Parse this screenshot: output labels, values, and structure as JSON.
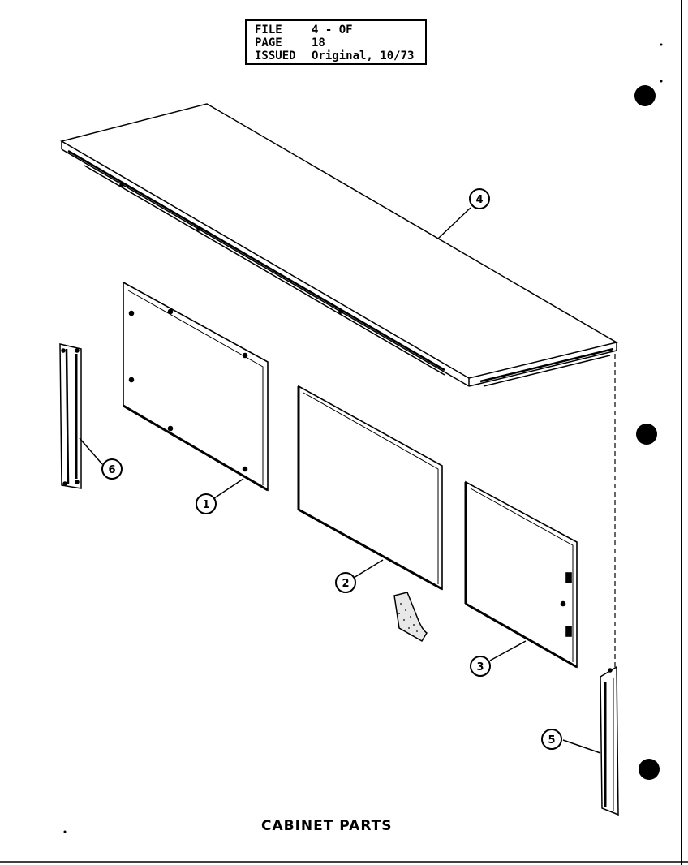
{
  "info_box": {
    "file_label": "FILE",
    "file_value": "4 - OF",
    "page_label": "PAGE",
    "page_value": "18",
    "issued_label": "ISSUED",
    "issued_value": "Original, 10/73"
  },
  "callouts": {
    "c1": "1",
    "c2": "2",
    "c3": "3",
    "c4": "4",
    "c5": "5",
    "c6": "6"
  },
  "caption": "CABINET PARTS"
}
